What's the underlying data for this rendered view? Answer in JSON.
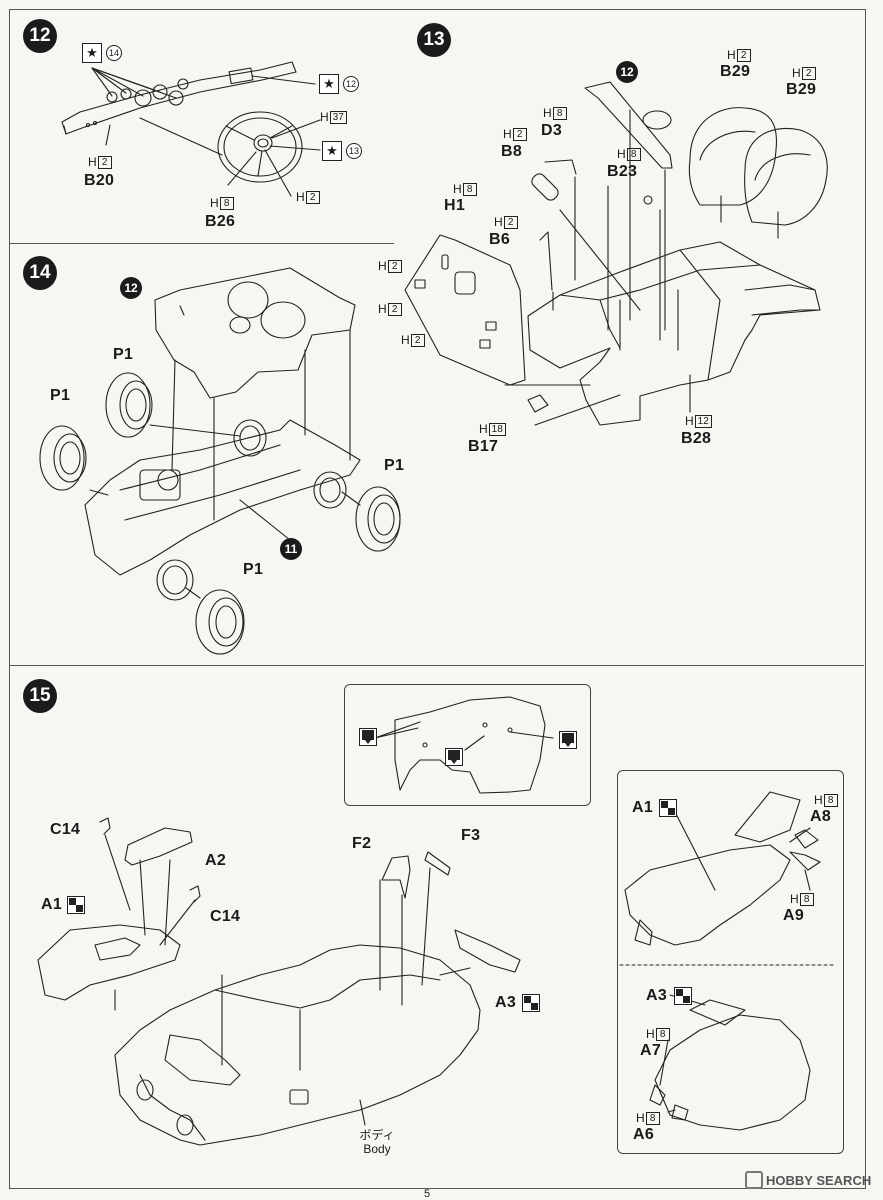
{
  "steps": {
    "s12": "12",
    "s13": "13",
    "s14": "14",
    "s15": "15"
  },
  "step12": {
    "callouts": [
      "14",
      "12",
      "13"
    ],
    "parts": [
      {
        "qty_prefix": "H",
        "qty": "2",
        "code": "B20"
      },
      {
        "qty_prefix": "H",
        "qty": "37",
        "code": ""
      },
      {
        "qty_prefix": "H",
        "qty": "2",
        "code": ""
      },
      {
        "qty_prefix": "H",
        "qty": "8",
        "code": "B26"
      }
    ]
  },
  "step13": {
    "ref_step": "12",
    "parts": [
      {
        "qty_prefix": "H",
        "qty": "2",
        "code": "B29"
      },
      {
        "qty_prefix": "H",
        "qty": "2",
        "code": "B29"
      },
      {
        "qty_prefix": "H",
        "qty": "8",
        "code": "D3"
      },
      {
        "qty_prefix": "H",
        "qty": "2",
        "code": "B8"
      },
      {
        "qty_prefix": "H",
        "qty": "8",
        "code": "B23"
      },
      {
        "qty_prefix": "H",
        "qty": "8",
        "code": "H1"
      },
      {
        "qty_prefix": "H",
        "qty": "2",
        "code": "B6"
      },
      {
        "qty_prefix": "H",
        "qty": "2",
        "code": ""
      },
      {
        "qty_prefix": "H",
        "qty": "2",
        "code": ""
      },
      {
        "qty_prefix": "H",
        "qty": "2",
        "code": ""
      },
      {
        "qty_prefix": "H",
        "qty": "12",
        "code": "B28"
      },
      {
        "qty_prefix": "H",
        "qty": "18",
        "code": "B17"
      }
    ]
  },
  "step14": {
    "ref_top": "12",
    "ref_bottom": "11",
    "tires": [
      "P1",
      "P1",
      "P1",
      "P1"
    ]
  },
  "step15": {
    "parts": {
      "c14a": "C14",
      "a2": "A2",
      "c14b": "C14",
      "a1": "A1",
      "f2": "F2",
      "f3": "F3",
      "a3": "A3"
    },
    "body_jp": "ボディ",
    "body_en": "Body",
    "side_top": {
      "a1": "A1",
      "a8": {
        "qty_prefix": "H",
        "qty": "8",
        "code": "A8"
      },
      "a9": {
        "qty_prefix": "H",
        "qty": "8",
        "code": "A9"
      }
    },
    "side_bottom": {
      "a3": "A3",
      "a7": {
        "qty_prefix": "H",
        "qty": "8",
        "code": "A7"
      },
      "a6": {
        "qty_prefix": "H",
        "qty": "8",
        "code": "A6"
      }
    }
  },
  "footer": {
    "page_number": "5",
    "watermark": "HOBBY SEARCH"
  },
  "icons": {
    "star_callout": "star-icon",
    "drill_marker": "drill-hole-icon",
    "paint_flag": "checker-flag-icon"
  }
}
